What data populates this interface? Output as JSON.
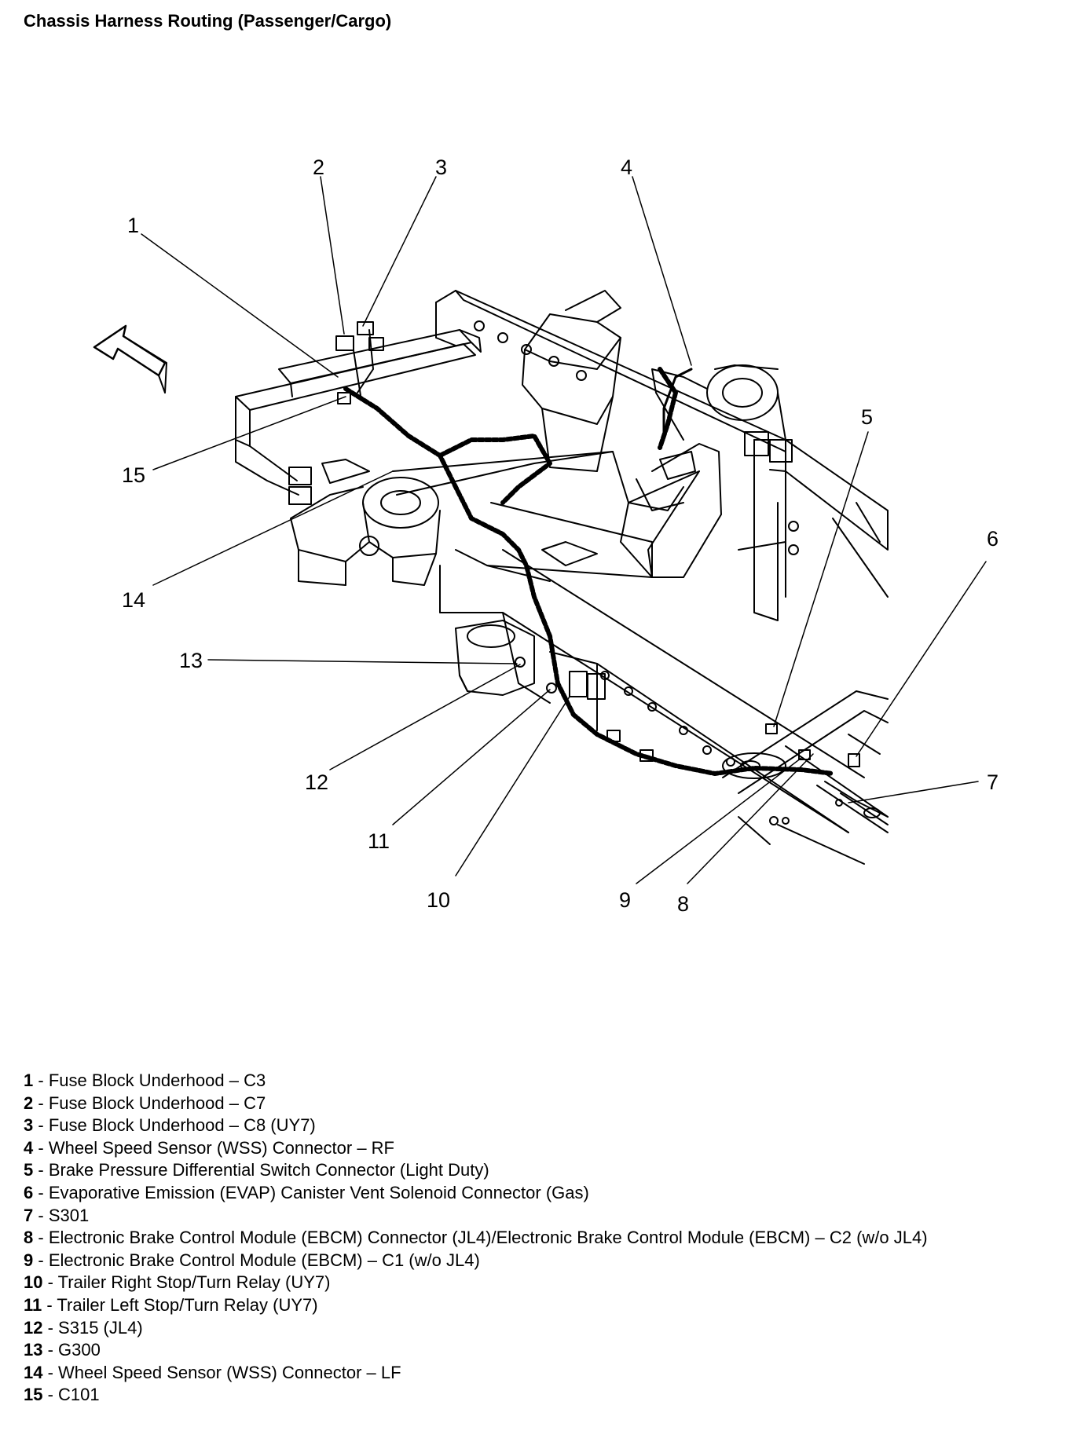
{
  "title": "Chassis Harness Routing (Passenger/Cargo)",
  "colors": {
    "ink": "#000000",
    "paper": "#ffffff"
  },
  "callouts": [
    "1",
    "2",
    "3",
    "4",
    "5",
    "6",
    "7",
    "8",
    "9",
    "10",
    "11",
    "12",
    "13",
    "14",
    "15"
  ],
  "legend": [
    {
      "num": "1",
      "sep": " - ",
      "text": "Fuse Block Underhood – C3"
    },
    {
      "num": "2",
      "sep": " - ",
      "text": "Fuse Block Underhood – C7"
    },
    {
      "num": "3",
      "sep": " - ",
      "text": "Fuse Block Underhood – C8 (UY7)"
    },
    {
      "num": "4",
      "sep": " - ",
      "text": "Wheel Speed Sensor (WSS) Connector – RF"
    },
    {
      "num": "5",
      "sep": " - ",
      "text": "Brake Pressure Differential Switch Connector (Light Duty)"
    },
    {
      "num": "6",
      "sep": " - ",
      "text": "Evaporative Emission (EVAP) Canister Vent Solenoid Connector (Gas)"
    },
    {
      "num": "7",
      "sep": " - ",
      "text": "S301"
    },
    {
      "num": "8",
      "sep": " - ",
      "text": "Electronic Brake Control Module (EBCM) Connector (JL4)/Electronic Brake Control Module (EBCM) – C2 (w/o JL4)"
    },
    {
      "num": "9",
      "sep": " - ",
      "text": "Electronic Brake Control Module (EBCM) – C1 (w/o JL4)"
    },
    {
      "num": "10",
      "sep": " - ",
      "text": "Trailer Right Stop/Turn Relay (UY7)"
    },
    {
      "num": "11",
      "sep": " - ",
      "text": "Trailer Left Stop/Turn Relay (UY7)"
    },
    {
      "num": "12",
      "sep": " - ",
      "text": "S315 (JL4)"
    },
    {
      "num": "13",
      "sep": " - ",
      "text": "G300"
    },
    {
      "num": "14",
      "sep": " - ",
      "text": "Wheel Speed Sensor (WSS) Connector – LF"
    },
    {
      "num": "15",
      "sep": " - ",
      "text": "C101"
    }
  ]
}
